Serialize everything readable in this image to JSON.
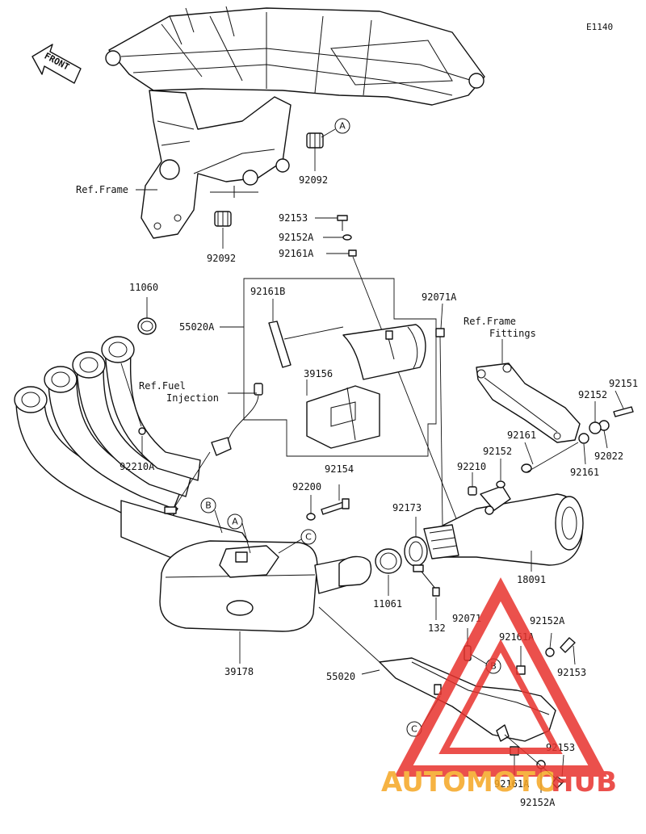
{
  "diagram": {
    "code": "E1140",
    "front_label": "FRONT",
    "labels": {
      "p92092_top": "92092",
      "ref_frame": "Ref.Frame",
      "p92092_bottom": "92092",
      "p92153_top": "92153",
      "p92152A_top": "92152A",
      "p92161A_top": "92161A",
      "p11060": "11060",
      "p92161B": "92161B",
      "p55020A": "55020A",
      "p92071A": "92071A",
      "ref_frame_fittings_1": "Ref.Frame",
      "ref_frame_fittings_2": "Fittings",
      "p39156": "39156",
      "ref_fuel_1": "Ref.Fuel",
      "ref_fuel_2": "Injection",
      "p92151": "92151",
      "p92152_right": "92152",
      "p92161_mid": "92161",
      "p92210A": "92210A",
      "p92152_mid": "92152",
      "p92022": "92022",
      "p92161_right": "92161",
      "p92210": "92210",
      "p92154": "92154",
      "p92200": "92200",
      "p92173": "92173",
      "p18091": "18091",
      "p11061": "11061",
      "p132": "132",
      "p92071": "92071",
      "p92152A_low": "92152A",
      "p92161A_low": "92161A",
      "p92153_low": "92153",
      "p39178": "39178",
      "p55020": "55020",
      "p92153_bottom": "92153",
      "p92161A_bottom": "92161A",
      "p92152A_bottom": "92152A"
    },
    "callouts": {
      "a_top": "A",
      "a_mid": "A",
      "b_left": "B",
      "c_mid": "C",
      "b_low": "B",
      "c_low": "C"
    }
  },
  "watermark": {
    "part1": "AUTOMOTO",
    "part2": "HUB",
    "color_red": "#e8322d",
    "color_orange": "#f5a623"
  }
}
